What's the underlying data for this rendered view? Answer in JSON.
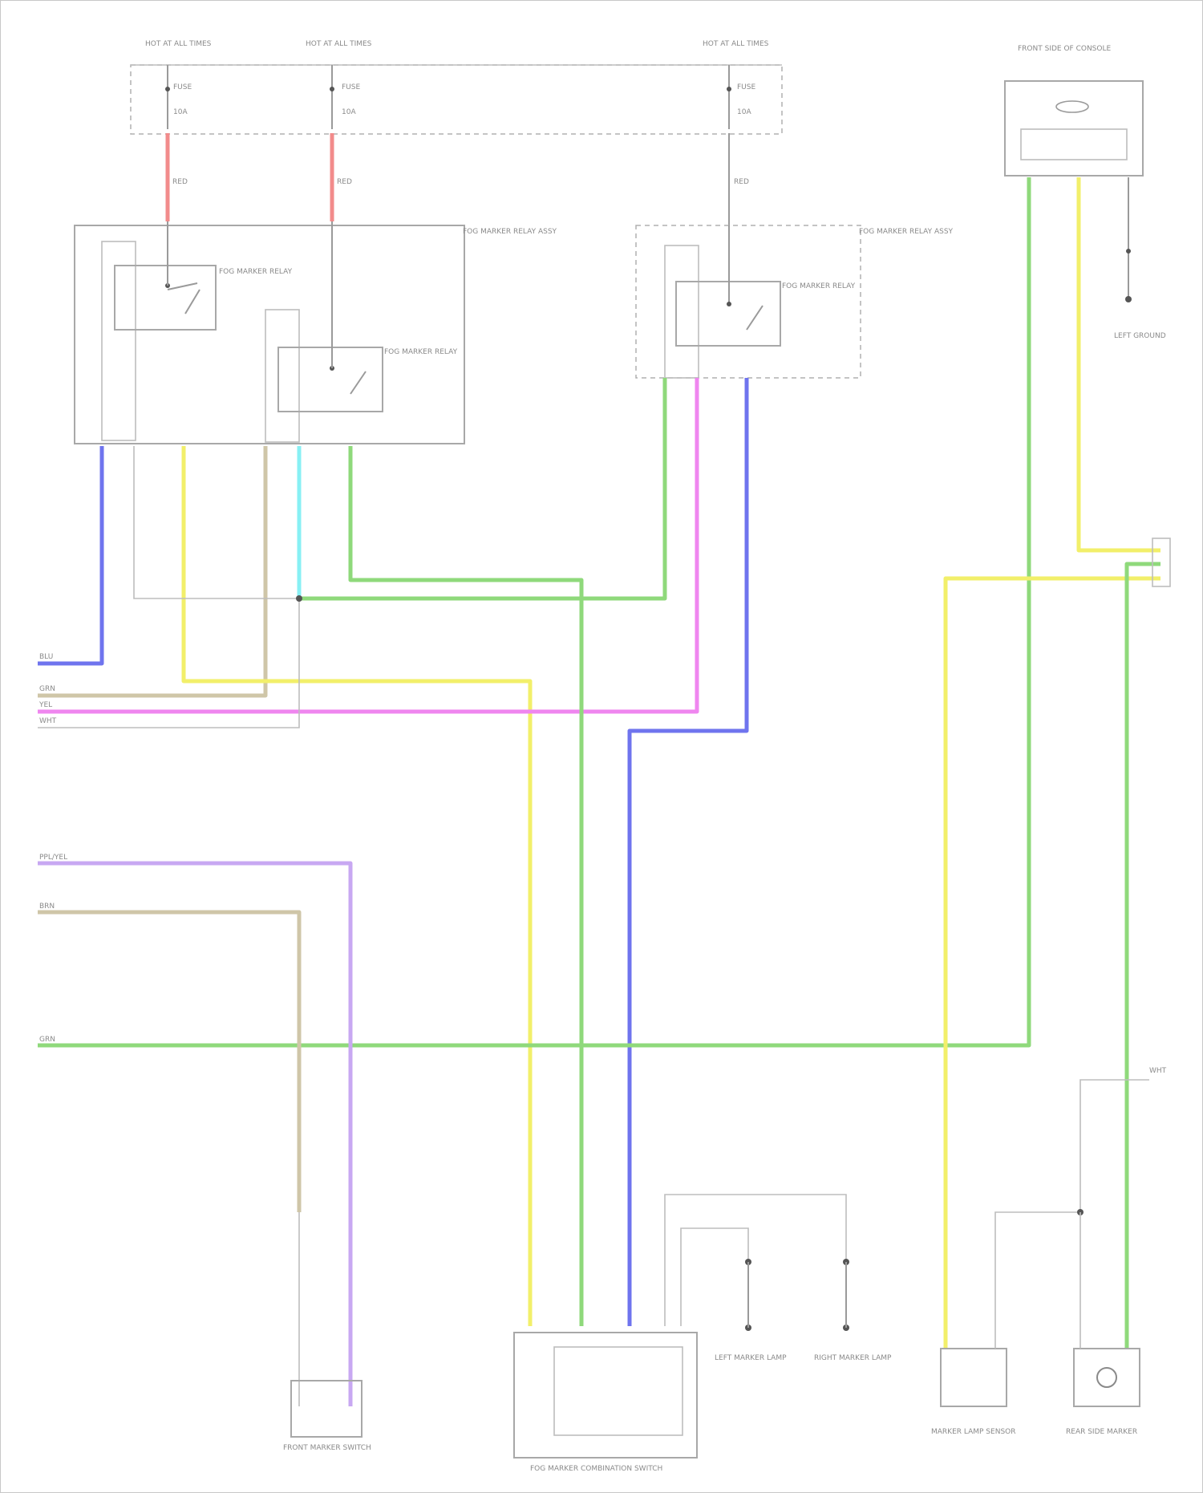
{
  "diagram": {
    "title": "",
    "footer_code": "",
    "colors": {
      "red": "#f28b8b",
      "yellow": "#f2ef6a",
      "green": "#8fd97b",
      "blue": "#6f74ee",
      "pink": "#ef86ef",
      "cyan": "#88f0f4",
      "tan": "#cfc6a8",
      "lavender": "#c8a8f2",
      "gray": "#a8a8a8"
    },
    "fuse_labels": [
      "FUSE",
      "FUSE",
      "FUSE"
    ],
    "fuse_amp": [
      "10A",
      "10A",
      "10A"
    ],
    "power_labels": [
      "HOT AT ALL TIMES",
      "HOT AT ALL TIMES",
      "HOT AT ALL TIMES"
    ],
    "relay_block_left": "FOG MARKER RELAY ASSY",
    "relay_block_right": "FOG MARKER RELAY ASSY",
    "relay_a": "FOG MARKER RELAY",
    "relay_b": "FOG MARKER RELAY",
    "relay_c": "FOG MARKER RELAY",
    "sensor_top_right": "FRONT SIDE OF CONSOLE",
    "ground_right": "LEFT GROUND",
    "connectors_bottom": [
      "FRONT MARKER SWITCH",
      "FOG MARKER COMBINATION SWITCH",
      "LEFT MARKER LAMP",
      "RIGHT MARKER LAMP",
      "MARKER LAMP SENSOR",
      "REAR SIDE MARKER"
    ],
    "left_edge_labels": [
      "BLU",
      "GRN",
      "YEL",
      "WHT",
      "PPL/YEL",
      "BRN",
      "GRN"
    ],
    "right_edge_label": "WHT",
    "wire_codes_top": [
      "RED",
      "RED",
      "RED"
    ]
  }
}
